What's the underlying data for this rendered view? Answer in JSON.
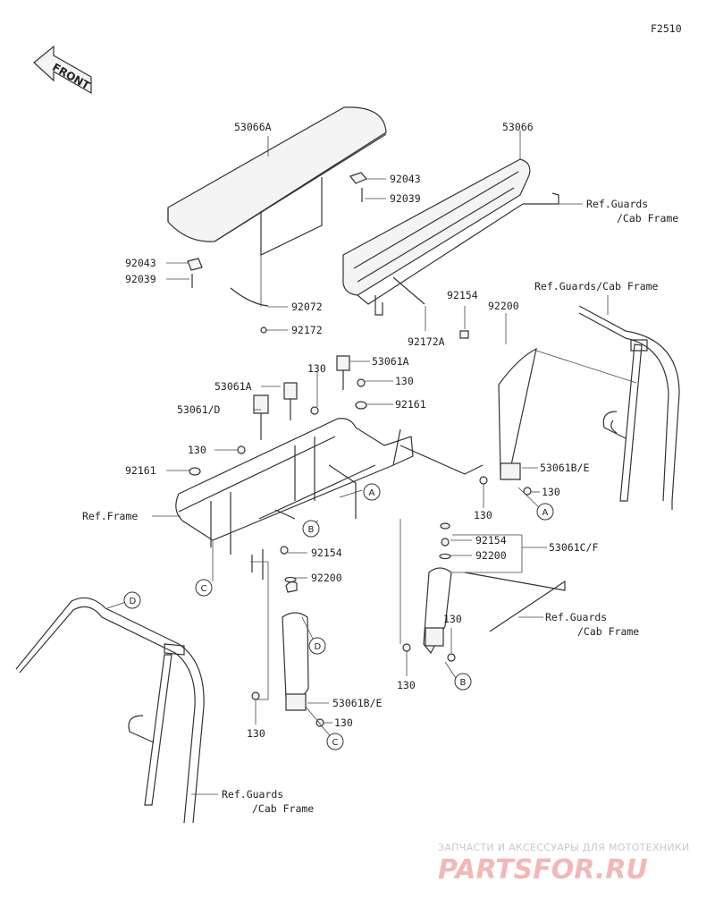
{
  "diagram": {
    "code": "F2510",
    "front_label": "FRONT",
    "labels": {
      "p53066A": "53066A",
      "p53066": "53066",
      "p92043_top": "92043",
      "p92039_top": "92039",
      "ref_guards_1a": "Ref.Guards",
      "ref_guards_1b": "/Cab Frame",
      "p92043_left": "92043",
      "p92039_left": "92039",
      "p92072": "92072",
      "p92172": "92172",
      "p92154_a": "92154",
      "p92200_a": "92200",
      "p92172A": "92172A",
      "ref_guards_2": "Ref.Guards/Cab Frame",
      "p53061A_1": "53061A",
      "p130_1": "130",
      "p53061A_2": "53061A",
      "p130_2": "130",
      "p53061D": "53061/D",
      "p92161_r": "92161",
      "p130_3": "130",
      "p92161_l": "92161",
      "p53061BE_1": "53061B/E",
      "p130_4": "130",
      "p130_5": "130",
      "ref_frame": "Ref.Frame",
      "p92154_b": "92154",
      "p92154_c": "92154",
      "p53061CF": "53061C/F",
      "p92200_b": "92200",
      "p92200_c": "92200",
      "ref_guards_3a": "Ref.Guards",
      "ref_guards_3b": "/Cab Frame",
      "p130_6": "130",
      "p130_7": "130",
      "p53061BE_2": "53061B/E",
      "p130_8": "130",
      "p130_9": "130",
      "ref_guards_4a": "Ref.Guards",
      "ref_guards_4b": "/Cab Frame"
    },
    "callouts": {
      "A1": "A",
      "A2": "A",
      "B1": "B",
      "B2": "B",
      "C1": "C",
      "C2": "C",
      "D1": "D",
      "D2": "D"
    }
  }
}
